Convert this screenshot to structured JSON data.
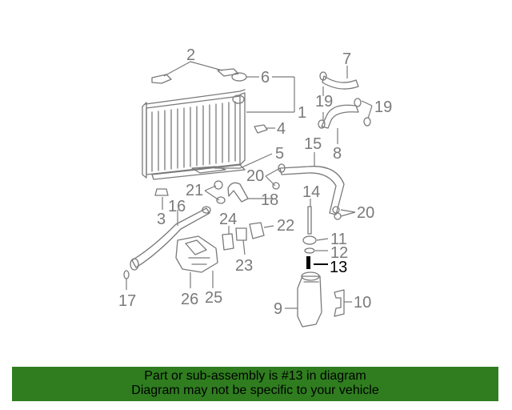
{
  "diagram": {
    "callouts": [
      {
        "id": "2",
        "label": "2"
      },
      {
        "id": "6",
        "label": "6"
      },
      {
        "id": "1",
        "label": "1"
      },
      {
        "id": "4",
        "label": "4"
      },
      {
        "id": "5",
        "label": "5"
      },
      {
        "id": "7",
        "label": "7"
      },
      {
        "id": "19a",
        "label": "19"
      },
      {
        "id": "19b",
        "label": "19"
      },
      {
        "id": "8",
        "label": "8"
      },
      {
        "id": "15",
        "label": "15"
      },
      {
        "id": "20a",
        "label": "20"
      },
      {
        "id": "21",
        "label": "21"
      },
      {
        "id": "18",
        "label": "18"
      },
      {
        "id": "14",
        "label": "14"
      },
      {
        "id": "20b",
        "label": "20"
      },
      {
        "id": "16",
        "label": "16"
      },
      {
        "id": "3",
        "label": "3"
      },
      {
        "id": "24",
        "label": "24"
      },
      {
        "id": "22",
        "label": "22"
      },
      {
        "id": "11",
        "label": "11"
      },
      {
        "id": "12",
        "label": "12"
      },
      {
        "id": "13",
        "label": "13"
      },
      {
        "id": "23",
        "label": "23"
      },
      {
        "id": "17",
        "label": "17"
      },
      {
        "id": "26",
        "label": "26"
      },
      {
        "id": "25",
        "label": "25"
      },
      {
        "id": "9",
        "label": "9"
      },
      {
        "id": "10",
        "label": "10"
      }
    ],
    "highlight_color": "#000000",
    "line_color": "#7a7a7a"
  },
  "banner": {
    "line1": "Part or sub-assembly is #13 in diagram",
    "line2": "Diagram may not be specific to your vehicle",
    "background": "#2f7d1f"
  }
}
